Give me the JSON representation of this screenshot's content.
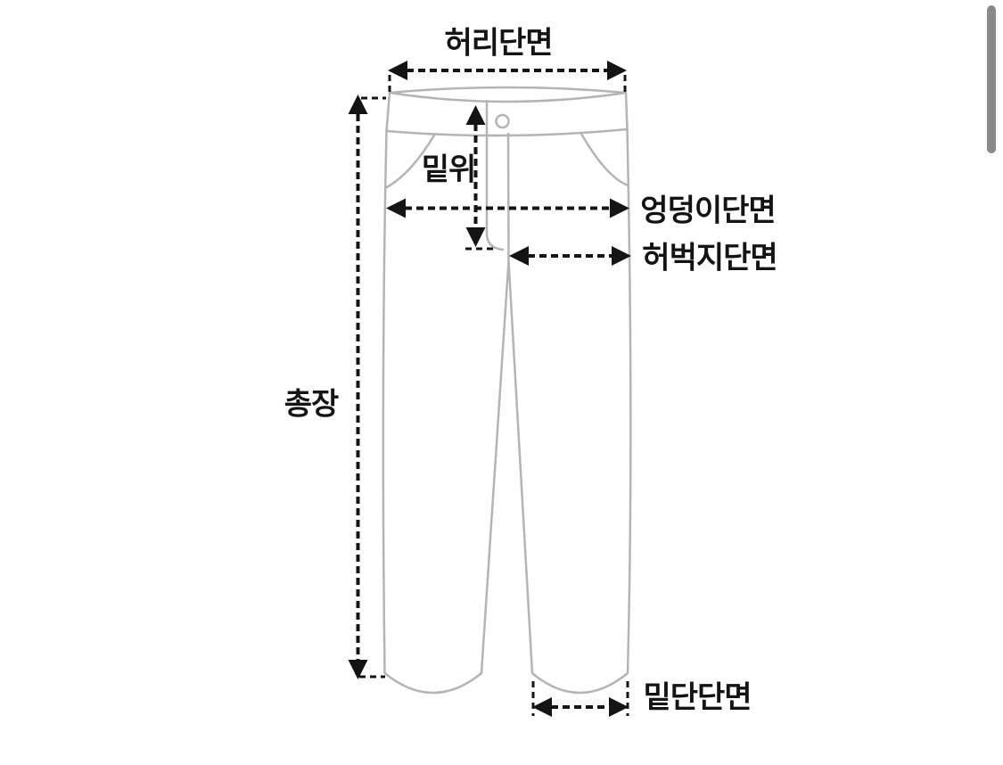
{
  "measurements": [
    {
      "id": "waist",
      "label": "허리단면"
    },
    {
      "id": "rise",
      "label": "밑위"
    },
    {
      "id": "hip",
      "label": "엉덩이단면"
    },
    {
      "id": "thigh",
      "label": "허벅지단면"
    },
    {
      "id": "length",
      "label": "총장"
    },
    {
      "id": "hem",
      "label": "밑단단면"
    }
  ],
  "colors": {
    "background": "#ffffff",
    "pants_outline": "#b4b4b4",
    "arrow": "#141414",
    "label_text": "#141414",
    "scrollbar": "#8a8a8a"
  }
}
